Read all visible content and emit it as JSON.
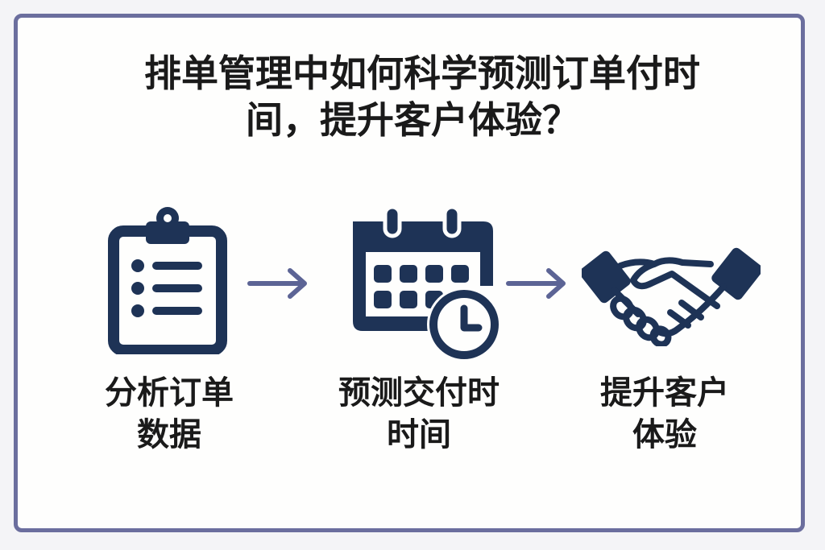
{
  "title": {
    "line1": "排单管理中如何科学预测订单付时",
    "line2": "间，提升客户体验？"
  },
  "colors": {
    "icon": "#1e3356",
    "arrow": "#5c6495",
    "border": "#6b6e9e",
    "text": "#1a1a1a"
  },
  "steps": [
    {
      "icon": "clipboard-list-icon",
      "line1": "分析订单",
      "line2": "数据"
    },
    {
      "icon": "calendar-clock-icon",
      "line1": "预测交付时",
      "line2": "时间"
    },
    {
      "icon": "handshake-icon",
      "line1": "提升客户",
      "line2": "体验"
    }
  ],
  "arrows": [
    "arrow-right-icon",
    "arrow-right-icon"
  ]
}
